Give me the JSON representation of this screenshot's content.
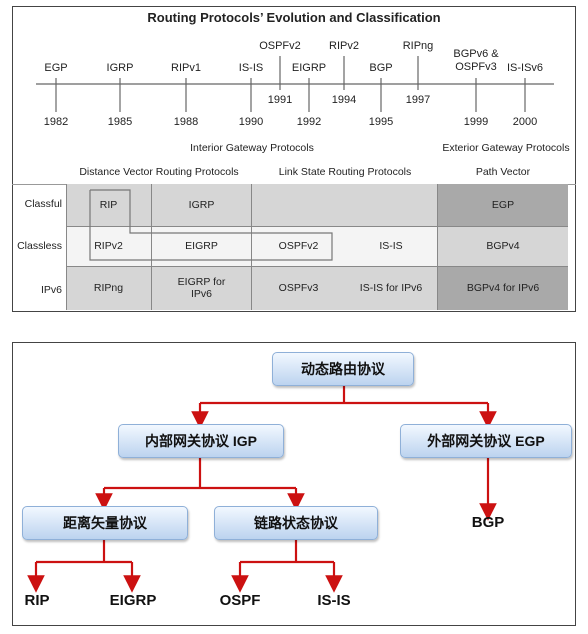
{
  "timeline": {
    "title": "Routing Protocols’ Evolution and Classification",
    "events": [
      {
        "label": "EGP",
        "year": "1982"
      },
      {
        "label": "IGRP",
        "year": "1985"
      },
      {
        "label": "RIPv1",
        "year": "1988"
      },
      {
        "label": "IS-IS",
        "year": "1990"
      },
      {
        "label": "OSPFv2",
        "year": "1991"
      },
      {
        "label": "EIGRP",
        "year": "1992"
      },
      {
        "label": "RIPv2",
        "year": "1994"
      },
      {
        "label": "BGP",
        "year": "1995"
      },
      {
        "label": "RIPng",
        "year": "1997"
      },
      {
        "label": "BGPv6 & OSPFv3",
        "year": "1999"
      },
      {
        "label": "IS-ISv6",
        "year": "2000"
      }
    ]
  },
  "classification": {
    "igp_header": "Interior Gateway Protocols",
    "egp_header": "Exterior Gateway Protocols",
    "dv_header": "Distance Vector Routing Protocols",
    "ls_header": "Link State Routing Protocols",
    "pv_header": "Path Vector",
    "rows": [
      {
        "label": "Classful",
        "dv1": "RIP",
        "dv2": "IGRP",
        "ls1": "",
        "ls2": "",
        "pv": "EGP"
      },
      {
        "label": "Classless",
        "dv1": "RIPv2",
        "dv2": "EIGRP",
        "ls1": "OSPFv2",
        "ls2": "IS-IS",
        "pv": "BGPv4"
      },
      {
        "label": "IPv6",
        "dv1": "RIPng",
        "dv2": "EIGRP for IPv6",
        "ls1": "OSPFv3",
        "ls2": "IS-IS for IPv6",
        "pv": "BGPv4 for IPv6"
      }
    ]
  },
  "tree": {
    "root": "动态路由协议",
    "igp": "内部网关协议 IGP",
    "egp": "外部网关协议 EGP",
    "dv": "距离矢量协议",
    "ls": "链路状态协议",
    "bgp": "BGP",
    "rip": "RIP",
    "eigrp": "EIGRP",
    "ospf": "OSPF",
    "isis": "IS-IS",
    "line_color": "#cc1111",
    "box_color": "#bcd3ef"
  }
}
